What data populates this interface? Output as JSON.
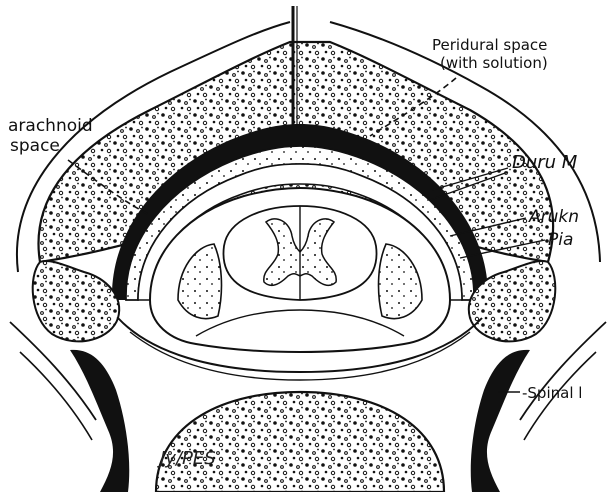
{
  "labels": {
    "peridural_line1": "Peridural space",
    "peridural_line2": "(with solution)",
    "subarachnoid_line1": "arachnoid",
    "subarachnoid_line2": "space",
    "dura": "Duru M",
    "arachnoid": "Arukn",
    "pia": "Pia",
    "spinal_nerve": "-Spinal l"
  },
  "signature": "Jy/PES",
  "colors": {
    "ink": "#111111",
    "paper": "#ffffff",
    "fill": "#f4f4f1"
  }
}
